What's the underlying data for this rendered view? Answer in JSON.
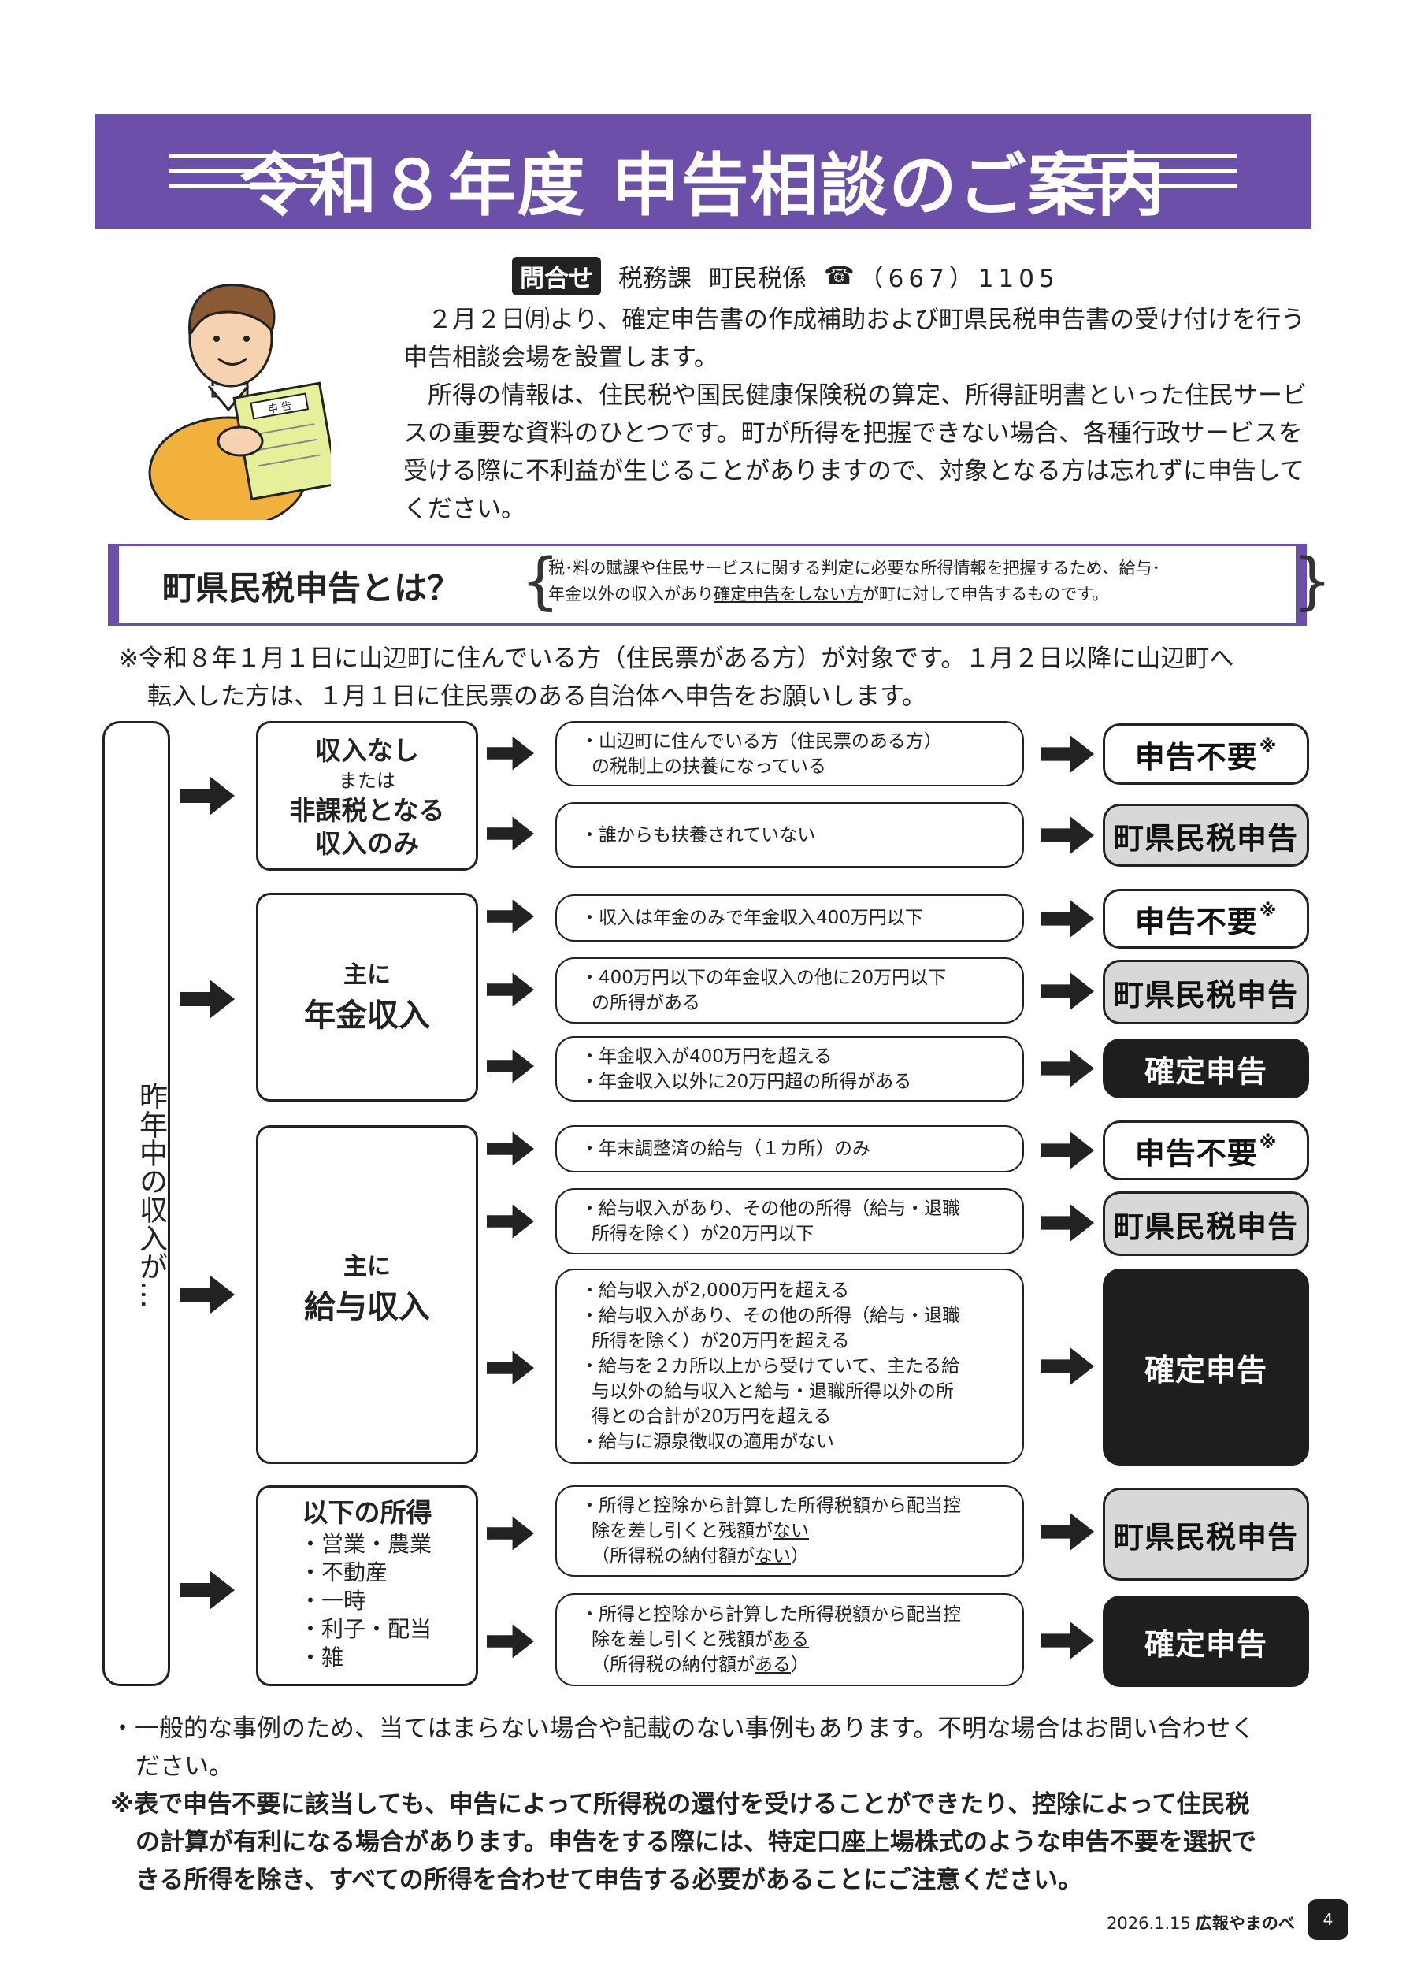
{
  "title": "令和８年度 申告相談のご案内",
  "contact": {
    "label": "問合せ",
    "dept": "税務課",
    "section": "町民税係",
    "phone_icon": "☎",
    "phone": "（667）1105"
  },
  "intro": [
    "２月２日㈪より、確定申告書の作成補助および町県民税申告書の受け付けを行う申告相談会場を設置します。",
    "所得の情報は、住民税や国民健康保険税の算定、所得証明書といった住民サービスの重要な資料のひとつです。町が所得を把握できない場合、各種行政サービスを受ける際に不利益が生じることがありますので、対象となる方は忘れずに申告してください。"
  ],
  "illustration": {
    "doc_label": "申 告"
  },
  "what": {
    "title": "町県民税申告とは？",
    "desc1": "税･料の賦課や住民サービスに関する判定に必要な所得情報を把握するため、給与･",
    "desc2a": "年金以外の収入があり",
    "desc2u": "確定申告をしない方",
    "desc2b": "が町に対して申告するものです。"
  },
  "note": {
    "line1": "※令和８年１月１日に山辺町に住んでいる方（住民票がある方）が対象です。１月２日以降に山辺町へ",
    "line2": "転入した方は、１月１日に住民票のある自治体へ申告をお願いします。"
  },
  "flow": {
    "left_label": "昨年中の収入が…",
    "cat1": {
      "l1": "収入なし",
      "l2": "または",
      "l3": "非課税となる",
      "l4": "収入のみ"
    },
    "cat2": {
      "l1": "主に",
      "l2": "年金収入"
    },
    "cat3": {
      "l1": "主に",
      "l2": "給与収入"
    },
    "cat4": {
      "l1": "以下の所得",
      "items": [
        "・営業・農業",
        "・不動産",
        "・一時",
        "・利子・配当",
        "・雑"
      ]
    },
    "c1": [
      "・山辺町に住んでいる方（住民票のある方）",
      "の税制上の扶養になっている"
    ],
    "c2": [
      "・誰からも扶養されていない"
    ],
    "c3": [
      "・収入は年金のみで年金収入400万円以下"
    ],
    "c4": [
      "・400万円以下の年金収入の他に20万円以下",
      "の所得がある"
    ],
    "c5": [
      "・年金収入が400万円を超える",
      "・年金収入以外に20万円超の所得がある"
    ],
    "c6": [
      "・年末調整済の給与（１カ所）のみ"
    ],
    "c7": [
      "・給与収入があり、その他の所得（給与・退職",
      "所得を除く）が20万円以下"
    ],
    "c8": [
      "・給与収入が2,000万円を超える",
      "・給与収入があり、その他の所得（給与・退職",
      "所得を除く）が20万円を超える",
      "・給与を２カ所以上から受けていて、主たる給",
      "与以外の給与収入と給与・退職所得以外の所",
      "得との合計が20万円を超える",
      "・給与に源泉徴収の適用がない"
    ],
    "c9": {
      "l1": "・所得と控除から計算した所得税額から配当控",
      "l2a": "除を差し引くと残額が",
      "l2u": "ない",
      "l3a": "（所得税の納付額が",
      "l3u": "ない",
      "l3b": "）"
    },
    "c10": {
      "l1": "・所得と控除から計算した所得税額から配当控",
      "l2a": "除を差し引くと残額が",
      "l2u": "ある",
      "l3a": "（所得税の納付額が",
      "l3u": "ある",
      "l3b": "）"
    },
    "results": {
      "not_required": "申告不要",
      "mark": "※",
      "resident": "町県民税申告",
      "final": "確定申告"
    }
  },
  "footer": {
    "l1": "・一般的な事例のため、当てはまらない場合や記載のない事例もあります。不明な場合はお問い合わせく",
    "l1c": "ださい。",
    "l2": "※表で申告不要に該当しても、申告によって所得税の還付を受けることができたり、控除によって住民税",
    "l2c": "の計算が有利になる場合があります。申告をする際には、特定口座上場株式のような申告不要を選択で",
    "l2d": "きる所得を除き、すべての所得を合わせて申告する必要があることにご注意ください。"
  },
  "publication": {
    "date": "2026.1.15",
    "name": "広報やまのべ",
    "page": "4"
  },
  "colors": {
    "banner": "#6b4fa8",
    "gray": "#d8d8d8",
    "black": "#1e1e1e"
  }
}
